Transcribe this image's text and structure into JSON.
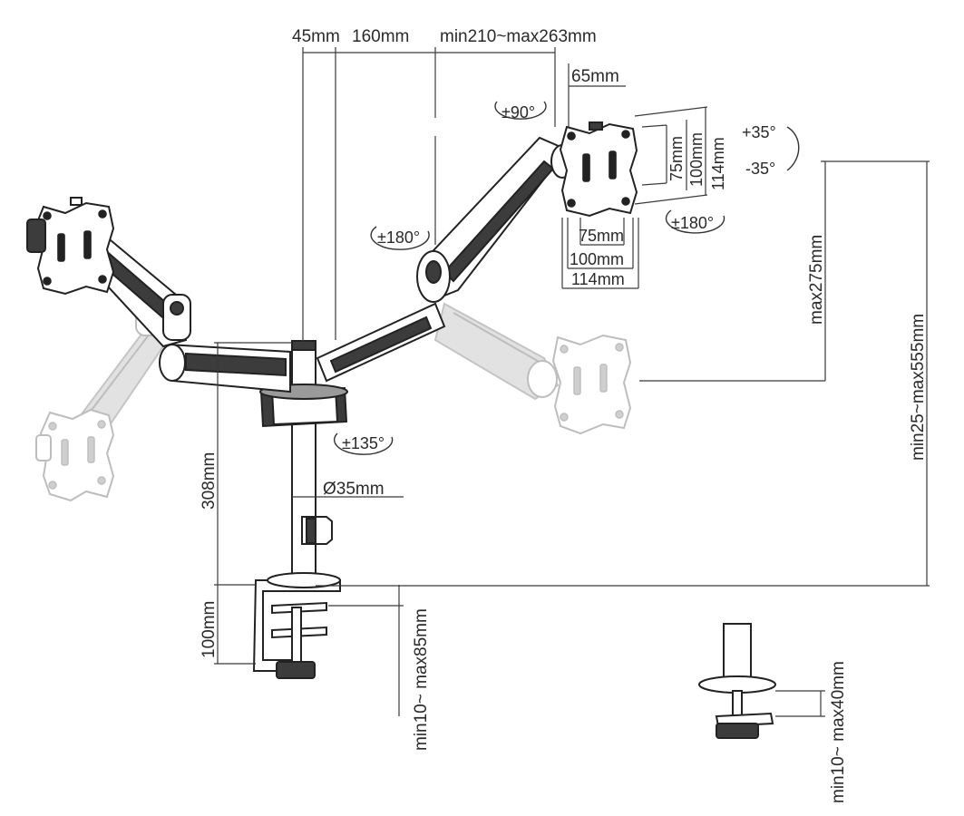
{
  "dimensions": {
    "d45": "45mm",
    "d160": "160mm",
    "arm_reach": "min210~max263mm",
    "d65": "65mm",
    "vesa_v75": "75mm",
    "vesa_v100": "100mm",
    "vesa_v114": "114mm",
    "vesa_h75": "75mm",
    "vesa_h100": "100mm",
    "vesa_h114": "114mm",
    "max275": "max275mm",
    "total_height": "min25~max555mm",
    "pole_height": "308mm",
    "pole_diameter": "Ø35mm",
    "clamp_height": "100mm",
    "clamp_range": "min10~ max85mm",
    "grommet_range": "min10~ max40mm"
  },
  "rotations": {
    "rot90": "±90°",
    "tilt_up": "+35°",
    "tilt_down": "-35°",
    "rot180_top": "±180°",
    "rot180_right": "±180°",
    "rot135": "±135°"
  }
}
